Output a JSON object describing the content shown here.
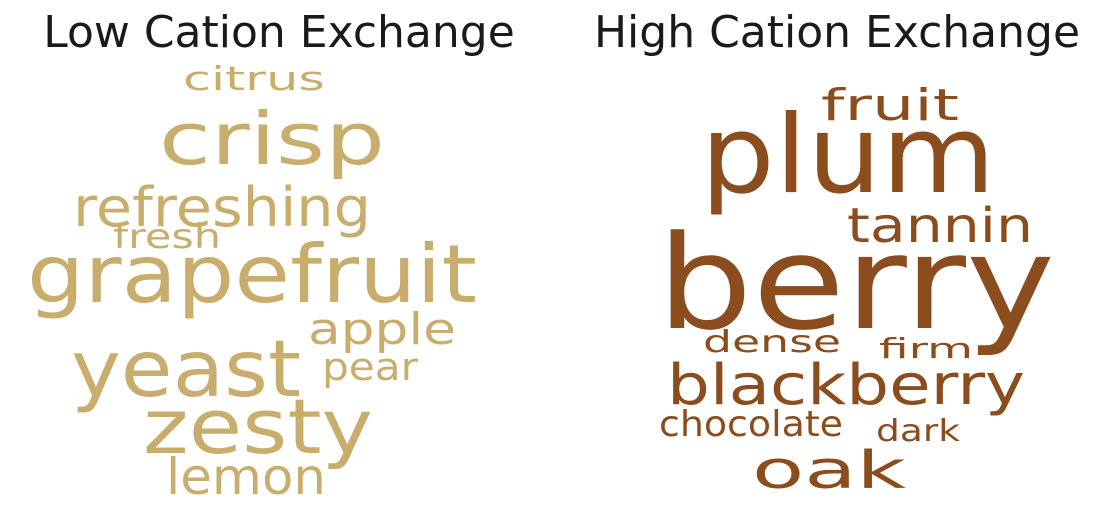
{
  "chart_data": [
    {
      "type": "wordcloud",
      "title": "Low Cation Exchange",
      "color": "#c8ad6c",
      "words": [
        "citrus",
        "crisp",
        "refreshing",
        "fresh",
        "grapefruit",
        "apple",
        "yeast",
        "pear",
        "zesty",
        "lemon"
      ]
    },
    {
      "type": "wordcloud",
      "title": "High Cation Exchange",
      "color": "#8b4d1e",
      "words": [
        "fruit",
        "plum",
        "tannin",
        "berry",
        "dense",
        "firm",
        "blackberry",
        "chocolate",
        "dark",
        "oak"
      ]
    }
  ]
}
